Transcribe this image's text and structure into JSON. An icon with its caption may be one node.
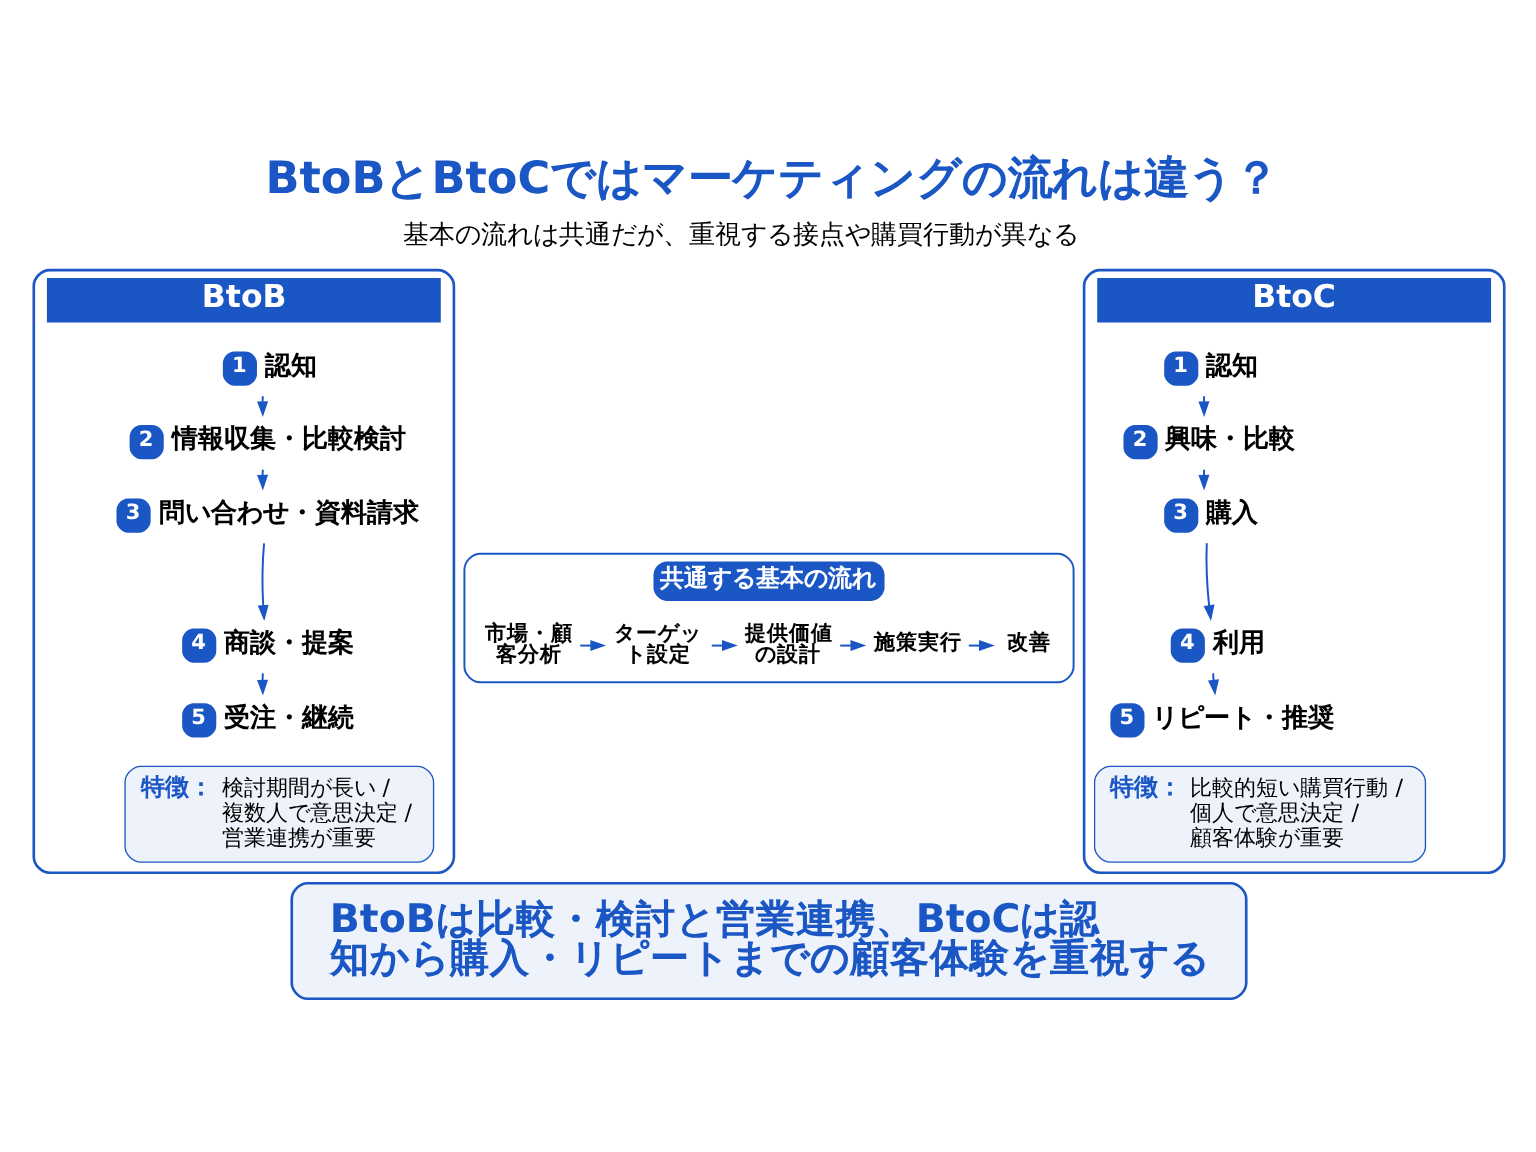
{
  "diagram": {
    "title": "BtoBとBtoCではマーケティングの流れは違う？",
    "nodes": [
      {
        "text": [
          "BtoB"
        ]
      },
      {
        "text": [
          "1",
          "認知"
        ],
        "in": 0
      },
      {
        "text": [
          "2",
          "情報収集・比較検討"
        ],
        "in": 0
      },
      {
        "text": [
          "3",
          "問い合わせ・資料請求"
        ],
        "in": 0
      },
      {
        "text": [
          "4",
          "商談・提案"
        ],
        "in": 0
      },
      {
        "text": [
          "5",
          "受注・継続"
        ],
        "in": 0
      },
      {
        "text": [
          "特徴：",
          "検討期間が長い / 複数人で意思決定 / 営業連携が重要"
        ],
        "in": 0
      },
      {
        "text": [
          "共通する基本の流れ"
        ]
      },
      {
        "text": [
          "市場・顧客分析"
        ],
        "in": 7
      },
      {
        "text": [
          "ターゲット設定"
        ],
        "in": 7
      },
      {
        "text": [
          "提供価値の設計"
        ],
        "in": 7
      },
      {
        "text": [
          "施策実行"
        ],
        "in": 7
      },
      {
        "text": [
          "改善"
        ],
        "in": 7
      },
      {
        "text": [
          "BtoC"
        ]
      },
      {
        "text": [
          "1",
          "認知"
        ],
        "in": 13
      },
      {
        "text": [
          "2",
          "興味・比較"
        ],
        "in": 13
      },
      {
        "text": [
          "3",
          "購入"
        ],
        "in": 13
      },
      {
        "text": [
          "4",
          "利用"
        ],
        "in": 13
      },
      {
        "text": [
          "5",
          "リピート・推奨"
        ],
        "in": 13
      },
      {
        "text": [
          "特徴：",
          "比較的短い購買行動 / 個人で意思決定 / 顧客体験が重要"
        ],
        "in": 13
      },
      {
        "text": [
          "BtoBは比較・検討と営業連携、BtoCは認知から購入・リピートまでの顧客体験を重視する"
        ]
      }
    ],
    "edges": [
      {
        "from": 1,
        "to": 2,
        "arrow": "to"
      },
      {
        "from": 2,
        "to": 3,
        "arrow": "to"
      },
      {
        "from": 3,
        "to": 4,
        "arrow": "to"
      },
      {
        "from": 4,
        "to": 5,
        "arrow": "to"
      },
      {
        "from": 8,
        "to": 9,
        "arrow": "to"
      },
      {
        "from": 9,
        "to": 10,
        "arrow": "to"
      },
      {
        "from": 10,
        "to": 11,
        "arrow": "to"
      },
      {
        "from": 11,
        "to": 12,
        "arrow": "to"
      },
      {
        "from": 14,
        "to": 15,
        "arrow": "to"
      },
      {
        "from": 15,
        "to": 16,
        "arrow": "to"
      },
      {
        "from": 16,
        "to": 17,
        "arrow": "to"
      },
      {
        "from": 17,
        "to": 18,
        "arrow": "to"
      }
    ],
    "labels": [
      "基本の流れは共通だが、重視する接点や購買行動が異なる"
    ]
  }
}
